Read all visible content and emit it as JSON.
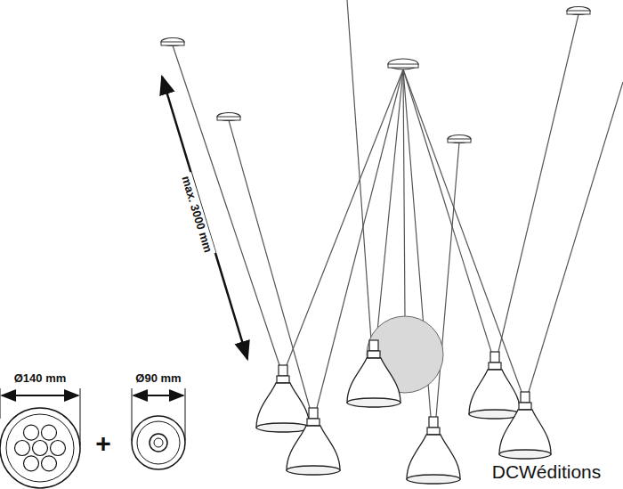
{
  "diagram": {
    "labels": [
      "max. 3000 mm",
      "Ø140 mm",
      "Ø90 mm",
      "+",
      "DCWéditions"
    ]
  }
}
